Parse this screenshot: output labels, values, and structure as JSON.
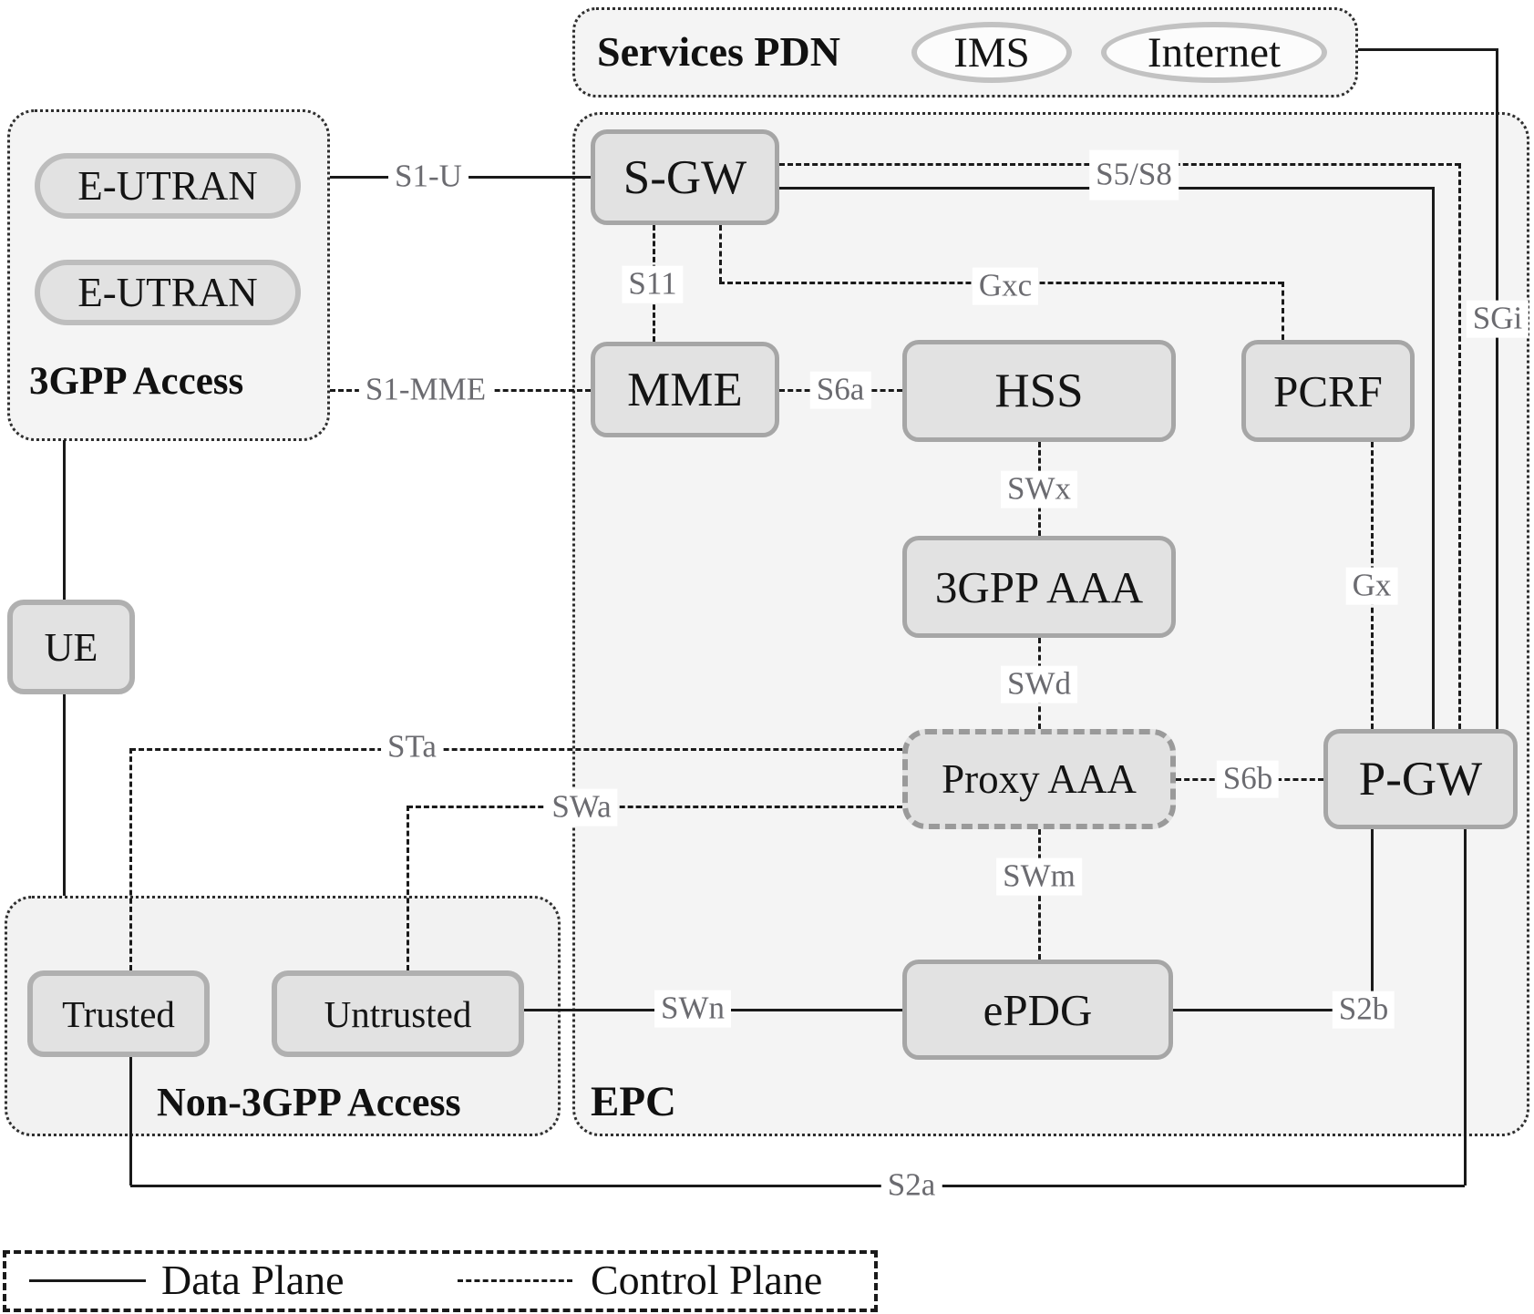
{
  "containers": {
    "services_pdn": {
      "label": "Services PDN"
    },
    "gpp_access": {
      "label": "3GPP Access"
    },
    "epc": {
      "label": "EPC"
    },
    "non3gpp": {
      "label": "Non-3GPP Access"
    }
  },
  "clouds": {
    "ims": "IMS",
    "internet": "Internet"
  },
  "nodes": {
    "eutran1": "E-UTRAN",
    "eutran2": "E-UTRAN",
    "ue": "UE",
    "sgw": "S-GW",
    "mme": "MME",
    "hss": "HSS",
    "pcrf": "PCRF",
    "aaa3gpp": "3GPP AAA",
    "proxy_aaa": "Proxy AAA",
    "pgw": "P-GW",
    "epdg": "ePDG",
    "trusted": "Trusted",
    "untrusted": "Untrusted"
  },
  "interfaces": {
    "s1u": "S1-U",
    "s1mme": "S1-MME",
    "s11": "S11",
    "gxc": "Gxc",
    "s6a": "S6a",
    "s5s8": "S5/S8",
    "sgi": "SGi",
    "swx": "SWx",
    "gx": "Gx",
    "swd": "SWd",
    "sta": "STa",
    "swa": "SWa",
    "s6b": "S6b",
    "swm": "SWm",
    "swn": "SWn",
    "s2b": "S2b",
    "s2a": "S2a"
  },
  "legend": {
    "items": [
      {
        "label": "Data Plane",
        "style": "solid"
      },
      {
        "label": "Control Plane",
        "style": "dashed"
      }
    ]
  },
  "colors": {
    "container_fill": "#f4f4f4",
    "node_fill": "#e2e2e2",
    "node_border": "#a6a6a6",
    "line": "#1a1a1a",
    "interface_text": "#6b6b70"
  }
}
